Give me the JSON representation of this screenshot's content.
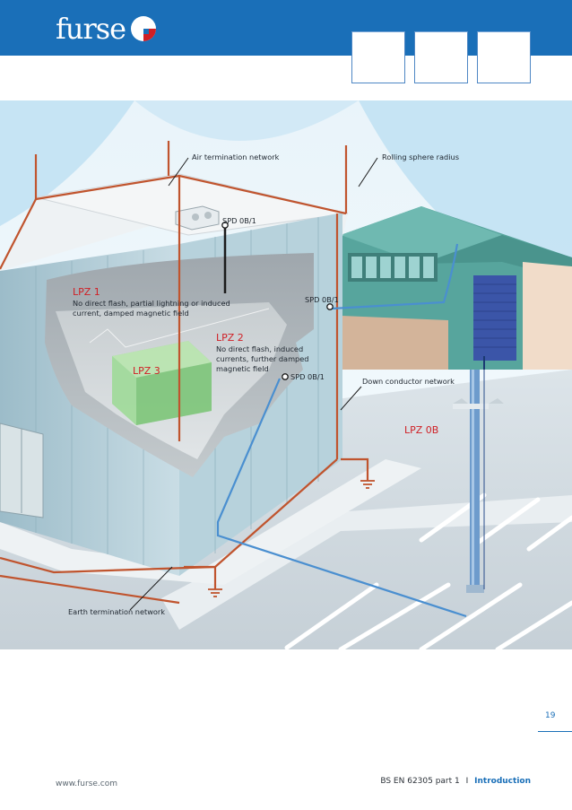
{
  "brand": {
    "name": "furse",
    "colors": {
      "header_blue": "#1a6fb8",
      "lpz_red": "#d01f25",
      "conductor_orange": "#c0542e",
      "sphere_blue": "#bfe0f2"
    }
  },
  "header": {
    "tabs": [
      "",
      "",
      ""
    ]
  },
  "diagram": {
    "callouts": {
      "air_termination": "Air termination network",
      "rolling_sphere": "Rolling sphere radius",
      "down_conductor": "Down conductor network",
      "earth_termination": "Earth termination network"
    },
    "spd_labels": [
      "SPD 0B/1",
      "SPD 0B/1",
      "SPD 0B/1"
    ],
    "zones": {
      "lpz1": {
        "name": "LPZ 1",
        "desc_line1": "No direct flash, partial lightning or induced",
        "desc_line2": "current, damped magnetic field"
      },
      "lpz2": {
        "name": "LPZ 2",
        "desc_line1": "No direct flash, induced",
        "desc_line2": "currents, further damped",
        "desc_line3": "magnetic field"
      },
      "lpz3": {
        "name": "LPZ 3"
      },
      "lpz0b": {
        "name": "LPZ 0B"
      }
    }
  },
  "footer": {
    "page_number": "19",
    "website": "www.furse.com",
    "doc_ref": "BS EN 62305 part 1",
    "separator": "I",
    "section": "Introduction"
  }
}
